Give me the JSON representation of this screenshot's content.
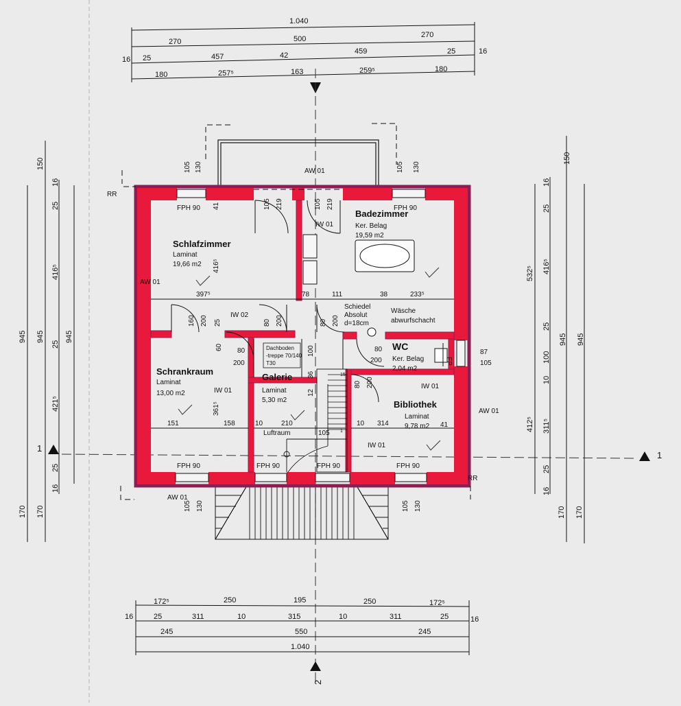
{
  "colors": {
    "paper": "#ecebeb",
    "wall": "#e8193a",
    "wall_dark": "#8c1e56",
    "line": "#111111"
  },
  "rooms": {
    "schlafzimmer": {
      "name": "Schlafzimmer",
      "floor": "Laminat",
      "area": "19,66 m2"
    },
    "badezimmer": {
      "name": "Badezimmer",
      "floor": "Ker. Belag",
      "area": "19,59 m2"
    },
    "schrankraum": {
      "name": "Schrankraum",
      "floor": "Laminat",
      "area": "13,00 m2"
    },
    "galerie": {
      "name": "Galerie",
      "floor": "Laminat",
      "area": "5,30 m2"
    },
    "bibliothek": {
      "name": "Bibliothek",
      "floor": "Laminat",
      "area": "9,78 m2"
    },
    "wc": {
      "name": "WC",
      "floor": "Ker. Belag",
      "area": "2,04 m2"
    },
    "luftraum": {
      "name": "Luftraum"
    }
  },
  "notes": {
    "schiedel_1": "Schiedel",
    "schiedel_2": "Absolut",
    "schiedel_3": "d=18cm",
    "waesche_1": "Wäsche",
    "waesche_2": "abwurfschacht",
    "dachboden_1": "Dachboden",
    "dachboden_2": "-treppe 70/140",
    "dachboden_3": "T30",
    "rr": "RR",
    "fp": "FP"
  },
  "section_marks": {
    "one": "1",
    "two": "2"
  },
  "labels": {
    "fph90": "FPH 90",
    "aw01": "AW 01",
    "iw01": "IW 01",
    "iw02": "IW 02"
  },
  "dims_top": {
    "row1": [
      "1.040"
    ],
    "row2": [
      "270",
      "500",
      "270"
    ],
    "row3": [
      "16",
      "25",
      "457",
      "42",
      "459",
      "25",
      "16"
    ],
    "row4": [
      "180",
      "257⁵",
      "163",
      "259⁵",
      "180"
    ]
  },
  "dims_bottom": {
    "row1": [
      "172⁵",
      "250",
      "195",
      "250",
      "172⁵"
    ],
    "row2": [
      "16",
      "25",
      "311",
      "10",
      "315",
      "10",
      "311",
      "25",
      "16"
    ],
    "row3": [
      "245",
      "550",
      "245"
    ],
    "row4": [
      "1.040"
    ]
  },
  "dims_left": {
    "a": [
      "945"
    ],
    "b": [
      "150",
      "945",
      "170"
    ],
    "c": [
      "16",
      "25",
      "416⁵",
      "25",
      "421⁵",
      "25",
      "16"
    ],
    "d": [
      "945"
    ]
  },
  "dims_right": {
    "a": [
      "532⁵",
      "412⁵"
    ],
    "b": [
      "16",
      "25",
      "416⁵",
      "25",
      "100",
      "10",
      "311⁵",
      "25",
      "16"
    ],
    "c": [
      "150",
      "945",
      "170"
    ],
    "d": [
      "945"
    ]
  },
  "interior": {
    "w105": "105",
    "w130": "130",
    "w41": "41",
    "w219": "219",
    "w4165": "416⁵",
    "w3975": "397⁵",
    "w78": "78",
    "w111": "111",
    "w38": "38",
    "w2335": "233⁵",
    "w160": "160",
    "w200": "200",
    "w25": "25",
    "w80": "80",
    "w60": "60",
    "w3615": "361⁵",
    "w151": "151",
    "w158": "158",
    "w10": "10",
    "w210": "210",
    "w314": "314",
    "w87": "87",
    "w36": "36",
    "w12": "12",
    "w100": "100",
    "w15": "15",
    "w1": "1"
  }
}
